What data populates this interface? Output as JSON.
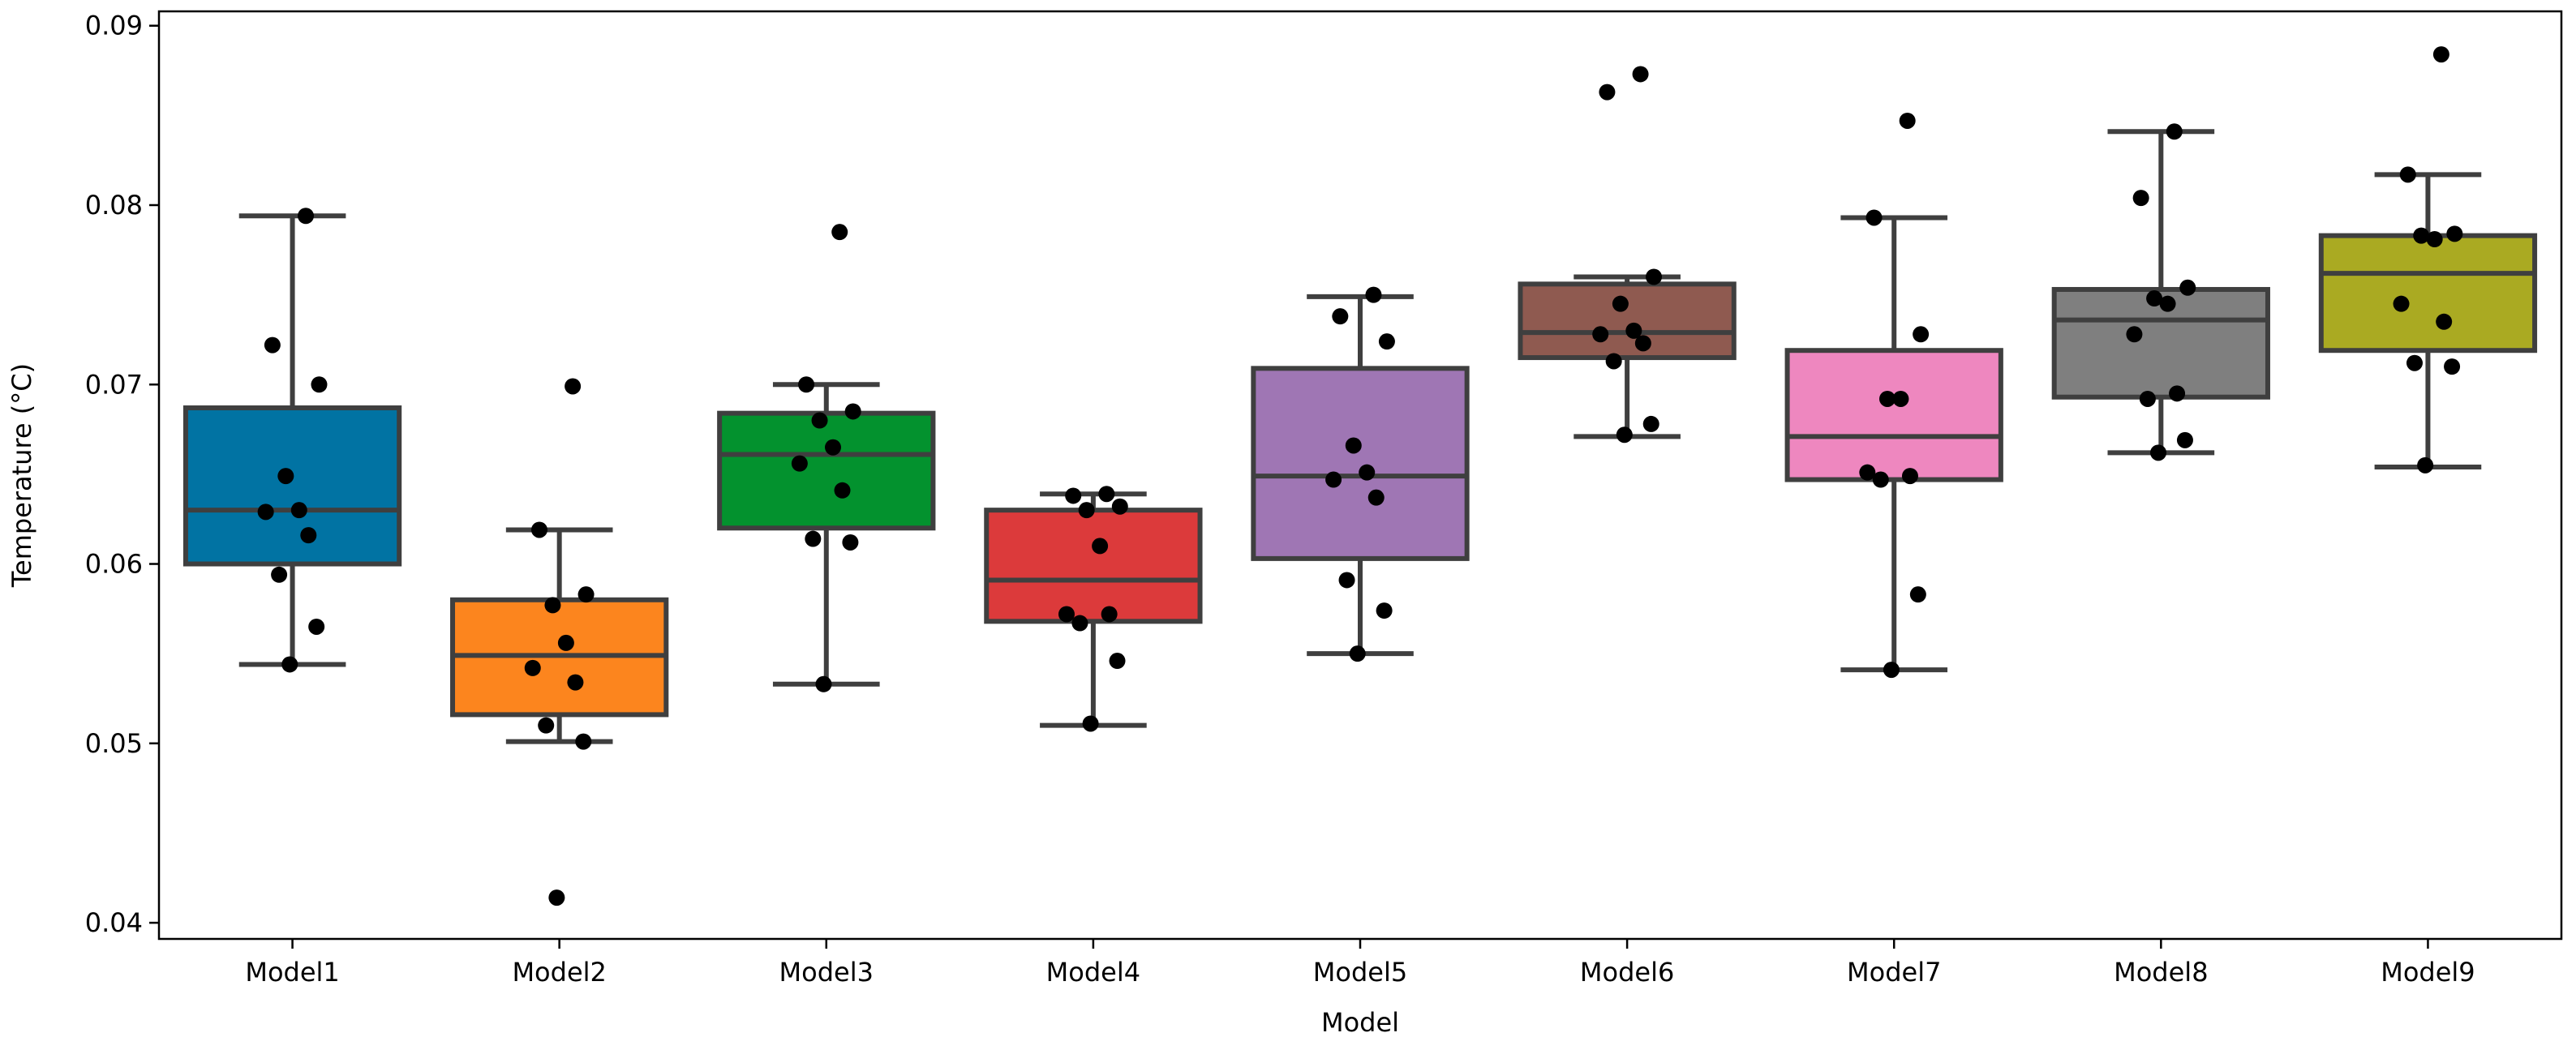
{
  "chart_data": {
    "type": "box",
    "title": "",
    "xlabel": "Model",
    "ylabel": "Temperature (°C)",
    "ylim": [
      0.0391,
      0.0908
    ],
    "yticks": [
      "0.04",
      "0.05",
      "0.06",
      "0.07",
      "0.08",
      "0.09"
    ],
    "ytick_values": [
      0.04,
      0.05,
      0.06,
      0.07,
      0.08,
      0.09
    ],
    "grid": false,
    "box_edge_color": "#3f3f3f",
    "point_color": "#000000",
    "categories": [
      "Model1",
      "Model2",
      "Model3",
      "Model4",
      "Model5",
      "Model6",
      "Model7",
      "Model8",
      "Model9"
    ],
    "boxes": [
      {
        "color": "#0173a3",
        "whisker_low": 0.0544,
        "q1": 0.06,
        "median": 0.063,
        "q3": 0.0687,
        "whisker_high": 0.0794,
        "points": [
          0.0794,
          0.0722,
          0.07,
          0.0649,
          0.063,
          0.0629,
          0.0616,
          0.0594,
          0.0565,
          0.0544
        ]
      },
      {
        "color": "#fc851e",
        "whisker_low": 0.0501,
        "q1": 0.0516,
        "median": 0.0549,
        "q3": 0.058,
        "whisker_high": 0.0619,
        "points": [
          0.0699,
          0.0619,
          0.0583,
          0.0577,
          0.0556,
          0.0542,
          0.0534,
          0.051,
          0.0501,
          0.0414
        ]
      },
      {
        "color": "#03922e",
        "whisker_low": 0.0533,
        "q1": 0.062,
        "median": 0.0661,
        "q3": 0.0684,
        "whisker_high": 0.07,
        "points": [
          0.0785,
          0.07,
          0.0685,
          0.068,
          0.0665,
          0.0656,
          0.0641,
          0.0614,
          0.0612,
          0.0533
        ]
      },
      {
        "color": "#dc3a3b",
        "whisker_low": 0.051,
        "q1": 0.0568,
        "median": 0.0591,
        "q3": 0.063,
        "whisker_high": 0.0639,
        "points": [
          0.0639,
          0.0638,
          0.0632,
          0.063,
          0.061,
          0.0572,
          0.0572,
          0.0567,
          0.0546,
          0.0511
        ]
      },
      {
        "color": "#9f76b4",
        "whisker_low": 0.055,
        "q1": 0.0603,
        "median": 0.0649,
        "q3": 0.0709,
        "whisker_high": 0.0749,
        "points": [
          0.075,
          0.0738,
          0.0724,
          0.0666,
          0.0651,
          0.0647,
          0.0637,
          0.0591,
          0.0574,
          0.055
        ]
      },
      {
        "color": "#8f5a50",
        "whisker_low": 0.0671,
        "q1": 0.0715,
        "median": 0.0729,
        "q3": 0.0756,
        "whisker_high": 0.076,
        "points": [
          0.0873,
          0.0863,
          0.076,
          0.0745,
          0.073,
          0.0728,
          0.0723,
          0.0713,
          0.0678,
          0.0672
        ]
      },
      {
        "color": "#ee87bf",
        "whisker_low": 0.0541,
        "q1": 0.0647,
        "median": 0.0671,
        "q3": 0.0719,
        "whisker_high": 0.0793,
        "points": [
          0.0847,
          0.0793,
          0.0728,
          0.0692,
          0.0692,
          0.0651,
          0.0649,
          0.0647,
          0.0583,
          0.0541
        ]
      },
      {
        "color": "#7f7f7f",
        "whisker_low": 0.0662,
        "q1": 0.0693,
        "median": 0.0736,
        "q3": 0.0753,
        "whisker_high": 0.0841,
        "points": [
          0.0841,
          0.0804,
          0.0754,
          0.0748,
          0.0745,
          0.0728,
          0.0695,
          0.0692,
          0.0669,
          0.0662
        ]
      },
      {
        "color": "#aaaa22",
        "whisker_low": 0.0654,
        "q1": 0.0719,
        "median": 0.0762,
        "q3": 0.0783,
        "whisker_high": 0.0817,
        "points": [
          0.0884,
          0.0817,
          0.0784,
          0.0783,
          0.0781,
          0.0745,
          0.0735,
          0.0712,
          0.071,
          0.0655
        ]
      }
    ]
  }
}
